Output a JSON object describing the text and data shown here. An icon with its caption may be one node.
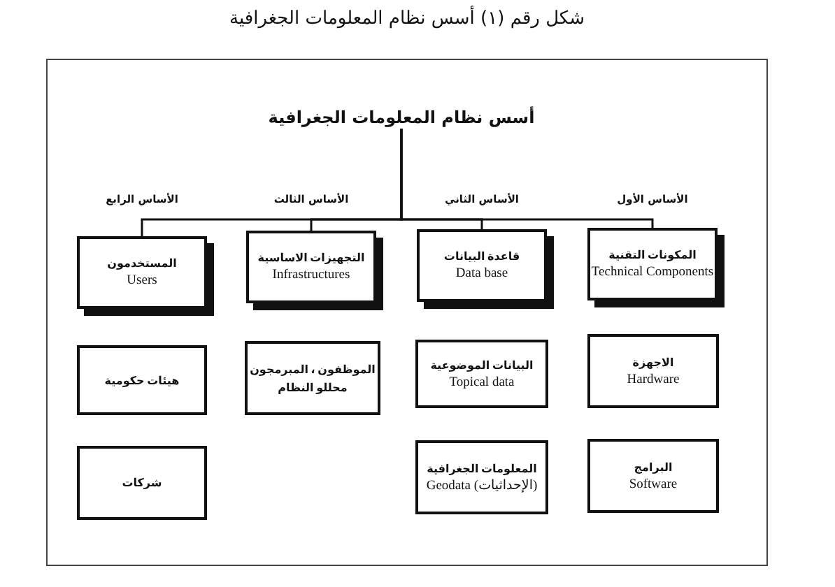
{
  "diagram": {
    "caption": "شكل رقم (١) أسس نظام المعلومات الجغرافية",
    "nodes": [
      {
        "text": [
          "أسس نظام المعلومات الجغرافية"
        ]
      },
      {
        "text": [
          "المكونات التقنية",
          "Technical Components"
        ]
      },
      {
        "text": [
          "قاعدة البيانات",
          "Data base"
        ]
      },
      {
        "text": [
          "التجهيزات الاساسية",
          "Infrastructures"
        ]
      },
      {
        "text": [
          "المستخدمون",
          "Users"
        ]
      },
      {
        "text": [
          "الاجهزة",
          "Hardware"
        ]
      },
      {
        "text": [
          "البيانات الموضوعية",
          "Topical data"
        ]
      },
      {
        "text": [
          "الموظفون ، المبرمجون محللو النظام"
        ]
      },
      {
        "text": [
          "هيئات حكومية"
        ]
      },
      {
        "text": [
          "البرامج",
          "Software"
        ]
      },
      {
        "text": [
          "المعلومات الجغرافية",
          "Geodata (الإحداثيات)"
        ]
      },
      {
        "text": [
          "شركات"
        ]
      }
    ],
    "edges": [
      {
        "from": 0,
        "to": 1,
        "arrow": "none",
        "label": "الأساس الأول"
      },
      {
        "from": 0,
        "to": 2,
        "arrow": "none",
        "label": "الأساس الثاني"
      },
      {
        "from": 0,
        "to": 3,
        "arrow": "none",
        "label": "الأساس الثالث"
      },
      {
        "from": 0,
        "to": 4,
        "arrow": "none",
        "label": "الأساس الرابع"
      }
    ]
  }
}
